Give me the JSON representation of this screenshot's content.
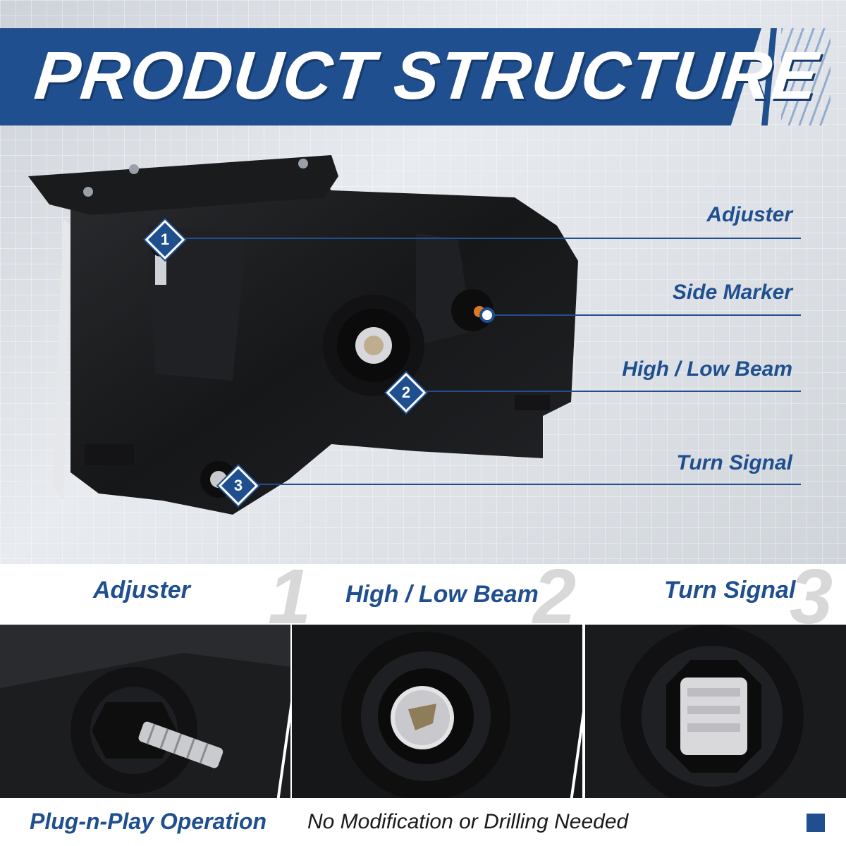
{
  "banner": {
    "title": "PRODUCT STRUCTURE"
  },
  "callouts": [
    {
      "label": "Adjuster",
      "marker": "1"
    },
    {
      "label": "Side Marker",
      "marker": ""
    },
    {
      "label": "High / Low Beam",
      "marker": "2"
    },
    {
      "label": "Turn Signal",
      "marker": "3"
    }
  ],
  "details": [
    {
      "title": "Adjuster",
      "number": "1",
      "icon": "adjuster-screw-icon"
    },
    {
      "title": "High / Low Beam",
      "number": "2",
      "icon": "beam-socket-icon"
    },
    {
      "title": "Turn Signal",
      "number": "3",
      "icon": "turn-signal-socket-icon"
    }
  ],
  "footer": {
    "highlight": "Plug-n-Play Operation",
    "text": "No Modification or Drilling Needed"
  },
  "colors": {
    "brand_blue": "#1f4f8f",
    "housing_black": "#1b1b1d"
  }
}
